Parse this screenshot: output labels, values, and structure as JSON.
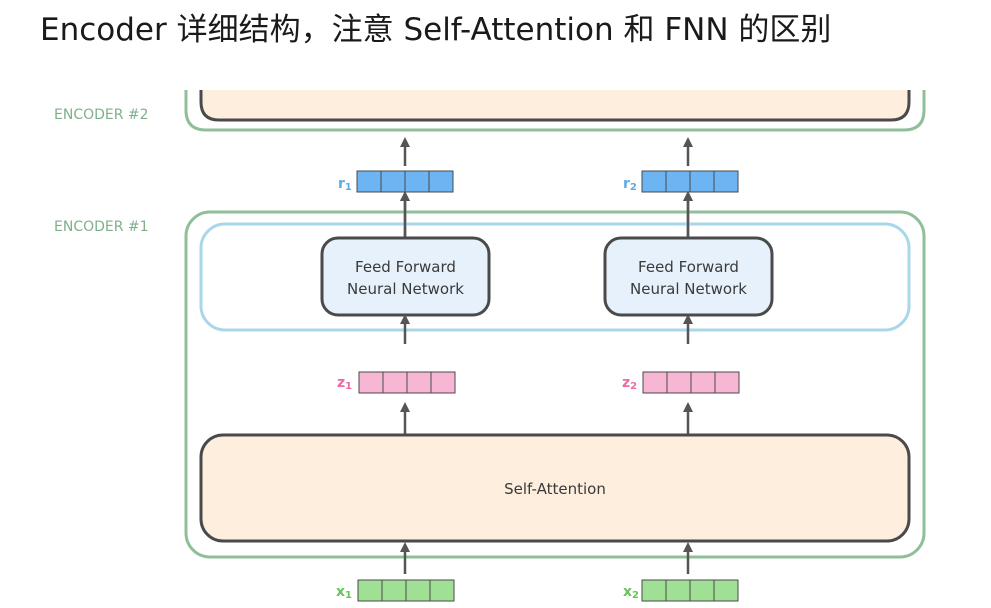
{
  "title": "Encoder 详细结构，注意 Self-Attention 和 FNN 的区别",
  "encoder2": {
    "label": "ENCODER #2"
  },
  "encoder1": {
    "label": "ENCODER #1"
  },
  "ffn": {
    "line1": "Feed Forward",
    "line2": "Neural Network"
  },
  "self_attention": {
    "label": "Self-Attention"
  },
  "vectors": {
    "r1": {
      "letter": "r",
      "sub": "1"
    },
    "r2": {
      "letter": "r",
      "sub": "2"
    },
    "z1": {
      "letter": "z",
      "sub": "1"
    },
    "z2": {
      "letter": "z",
      "sub": "2"
    },
    "x1": {
      "letter": "x",
      "sub": "1"
    },
    "x2": {
      "letter": "x",
      "sub": "2"
    }
  },
  "colors": {
    "encoder_border": "#8fbf98",
    "ffn_layer_border": "#a9d7ea",
    "box_border": "#4a4a4a",
    "ffn_fill": "#e6f1fc",
    "attention_fill": "#fdeedd",
    "r_fill": "#6cb4f2",
    "r_label": "#5aaee6",
    "z_fill": "#f6b6d4",
    "z_label": "#ec6aa6",
    "x_fill": "#9fe095",
    "x_label": "#66c45a",
    "arrow": "#555555"
  }
}
